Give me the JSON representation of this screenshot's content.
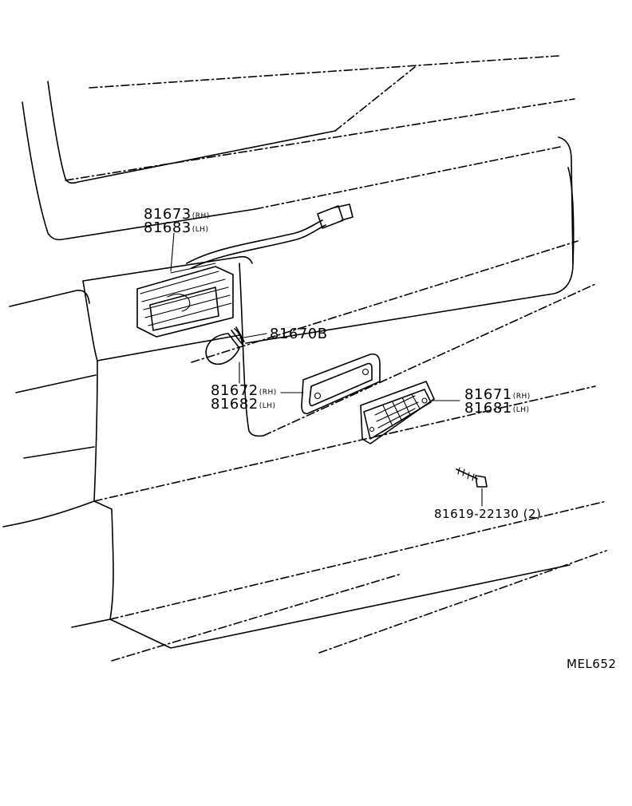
{
  "parts": {
    "lamp_housing": {
      "rh_number": "81673",
      "rh_side": "(RH)",
      "lh_number": "81683",
      "lh_side": "(LH)"
    },
    "bulb": {
      "number": "81670B"
    },
    "gasket": {
      "rh_number": "81672",
      "rh_side": "(RH)",
      "lh_number": "81682",
      "lh_side": "(LH)"
    },
    "lens": {
      "rh_number": "81671",
      "rh_side": "(RH)",
      "lh_number": "81681",
      "lh_side": "(LH)"
    },
    "screw": {
      "number": "81619-22130 (2)"
    }
  },
  "figure_code": "MEL652"
}
